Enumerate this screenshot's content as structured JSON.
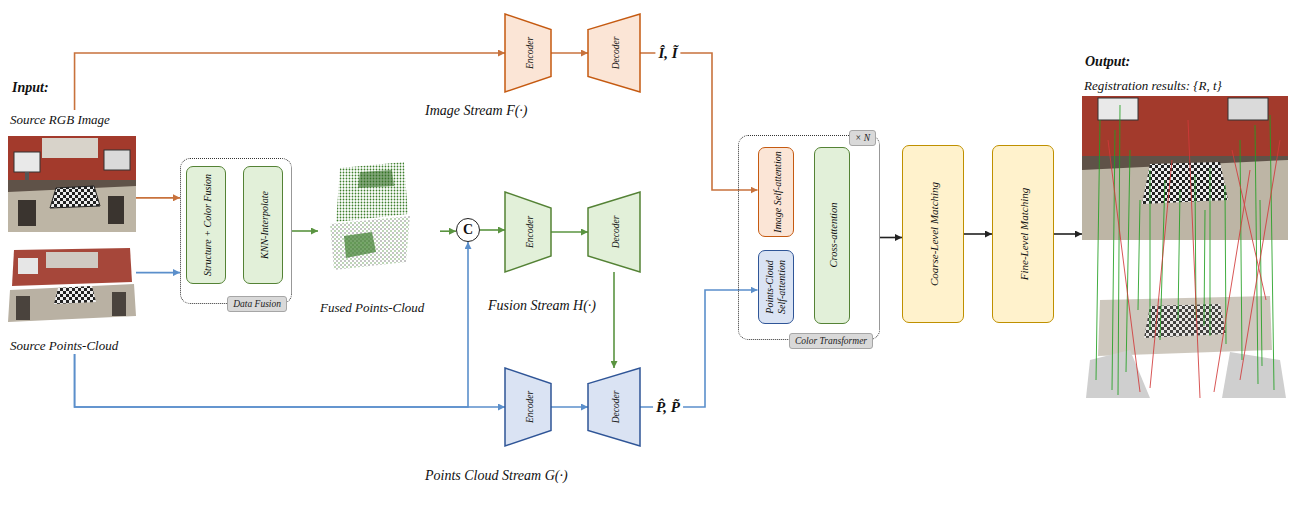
{
  "diagram": {
    "nodes": [
      {
        "text": [
          "Source RGB Image"
        ]
      },
      {
        "text": [
          "Source Points-Cloud"
        ]
      },
      {
        "text": [
          "Data Fusion"
        ]
      },
      {
        "text": [
          "Structure + Color Fusion"
        ],
        "in": 2
      },
      {
        "text": [
          "KNN-Interpolate"
        ],
        "in": 2
      },
      {
        "text": [
          "Fused Points-Cloud"
        ]
      },
      {
        "text": [
          "C"
        ]
      },
      {
        "text": [
          "Encoder"
        ]
      },
      {
        "text": [
          "Decoder"
        ]
      },
      {
        "text": [
          "Encoder"
        ]
      },
      {
        "text": [
          "Decoder"
        ]
      },
      {
        "text": [
          "Encoder"
        ]
      },
      {
        "text": [
          "Decoder"
        ]
      },
      {
        "text": [
          "× N",
          "Color Transformer"
        ]
      },
      {
        "text": [
          "Image Self-attention"
        ],
        "in": 13
      },
      {
        "text": [
          "Points-Cloud Self-attention"
        ],
        "in": 13
      },
      {
        "text": [
          "Cross-attention"
        ],
        "in": 13
      },
      {
        "text": [
          "Coarse-Level Matching"
        ]
      },
      {
        "text": [
          "Fine-Level Matching"
        ]
      },
      {
        "text": [
          "Registration results: {R, t}"
        ]
      }
    ],
    "edges": [
      {
        "from": 0,
        "to": 7,
        "arrow": "to"
      },
      {
        "from": 0,
        "to": 2,
        "arrow": "to"
      },
      {
        "from": 1,
        "to": 2,
        "arrow": "to"
      },
      {
        "from": 1,
        "to": 11,
        "arrow": "to"
      },
      {
        "from": 1,
        "to": 6,
        "arrow": "to"
      },
      {
        "from": 2,
        "to": 5,
        "arrow": "to"
      },
      {
        "from": 5,
        "to": 6,
        "arrow": "to"
      },
      {
        "from": 6,
        "to": 9,
        "arrow": "to"
      },
      {
        "from": 9,
        "to": 10,
        "arrow": "to"
      },
      {
        "from": 10,
        "to": 12,
        "arrow": "to"
      },
      {
        "from": 7,
        "to": 8,
        "arrow": "to"
      },
      {
        "from": 11,
        "to": 12,
        "arrow": "to"
      },
      {
        "from": 8,
        "to": 14,
        "arrow": "to",
        "label": "Î, Ĩ"
      },
      {
        "from": 12,
        "to": 15,
        "arrow": "to",
        "label": "P̂, P̃"
      },
      {
        "from": 13,
        "to": 17,
        "arrow": "to"
      },
      {
        "from": 17,
        "to": 18,
        "arrow": "to"
      },
      {
        "from": 18,
        "to": 19,
        "arrow": "to"
      }
    ],
    "labels": [
      "Input:",
      "Image Stream F(·)",
      "Fusion Stream H(·)",
      "Points Cloud Stream G(·)",
      "Output:"
    ]
  }
}
